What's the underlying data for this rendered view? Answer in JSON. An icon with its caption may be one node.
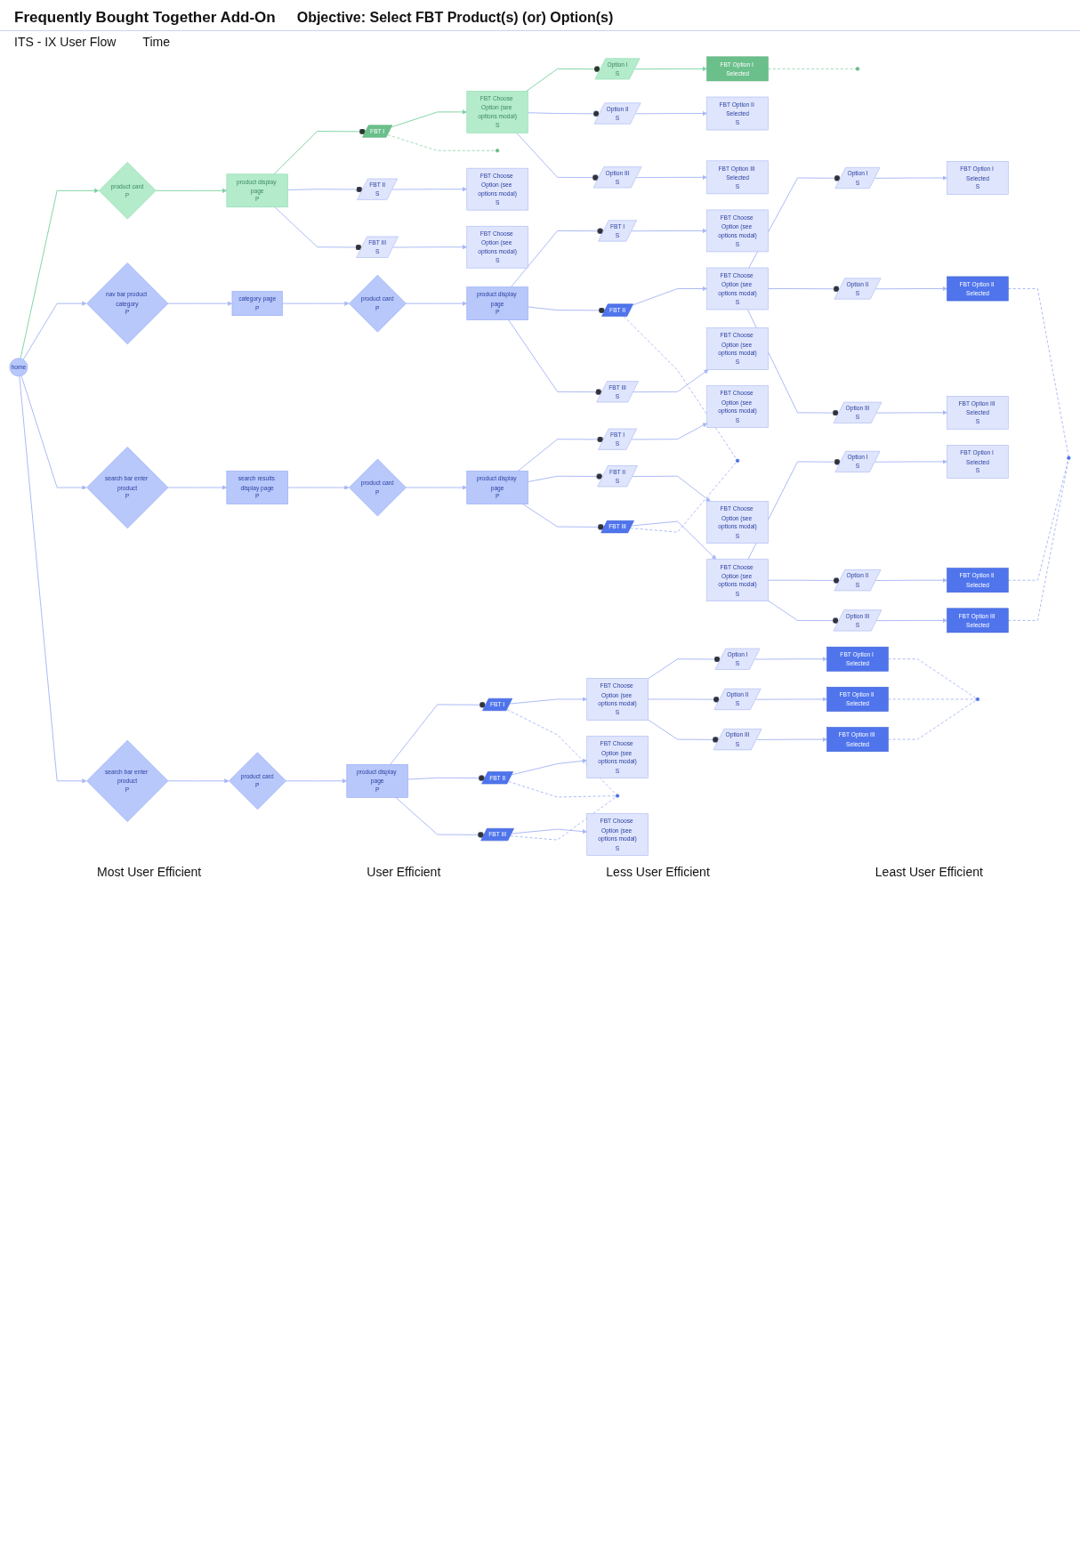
{
  "diagram": {
    "title": "Frequently Bought Together Add-On",
    "nodes": [
      {
        "text": [
          "home"
        ]
      },
      {
        "text": [
          "product card",
          "P"
        ]
      },
      {
        "text": [
          "product display page",
          "P"
        ]
      },
      {
        "text": [
          "FBT I"
        ]
      },
      {
        "text": [
          "FBT II",
          "S"
        ]
      },
      {
        "text": [
          "FBT III",
          "S"
        ]
      },
      {
        "text": [
          "FBT Choose Option (see options modal)",
          "S"
        ]
      },
      {
        "text": [
          "FBT Choose Option (see options modal)",
          "S"
        ]
      },
      {
        "text": [
          "FBT Choose Option (see options modal)",
          "S"
        ]
      },
      {
        "text": [
          "Option I",
          "S"
        ]
      },
      {
        "text": [
          "Option II",
          "S"
        ]
      },
      {
        "text": [
          "Option III",
          "S"
        ]
      },
      {
        "text": [
          "FBT Option I Selected"
        ]
      },
      {
        "text": [
          "FBT Option II Selected",
          "S"
        ]
      },
      {
        "text": [
          "FBT Option III Selected",
          "S"
        ]
      },
      {
        "text": [
          "nav bar product category",
          "P"
        ]
      },
      {
        "text": [
          "category page",
          "P"
        ]
      },
      {
        "text": [
          "product card",
          "P"
        ]
      },
      {
        "text": [
          "product display page",
          "P"
        ]
      },
      {
        "text": [
          "FBT I",
          "S"
        ]
      },
      {
        "text": [
          "FBT II"
        ]
      },
      {
        "text": [
          "FBT III",
          "S"
        ]
      },
      {
        "text": [
          "FBT Choose Option (see options modal)",
          "S"
        ]
      },
      {
        "text": [
          "FBT Choose Option (see options modal)",
          "S"
        ]
      },
      {
        "text": [
          "FBT Choose Option (see options modal)",
          "S"
        ]
      },
      {
        "text": [
          "Option I",
          "S"
        ]
      },
      {
        "text": [
          "Option II",
          "S"
        ]
      },
      {
        "text": [
          "Option III",
          "S"
        ]
      },
      {
        "text": [
          "FBT Option I Selected",
          "S"
        ]
      },
      {
        "text": [
          "FBT Option II Selected"
        ]
      },
      {
        "text": [
          "FBT Option III Selected",
          "S"
        ]
      },
      {
        "text": [
          "search bar enter product",
          "P"
        ]
      },
      {
        "text": [
          "search results display page",
          "P"
        ]
      },
      {
        "text": [
          "product card",
          "P"
        ]
      },
      {
        "text": [
          "product display page",
          "P"
        ]
      },
      {
        "text": [
          "FBT I",
          "S"
        ]
      },
      {
        "text": [
          "FBT II",
          "S"
        ]
      },
      {
        "text": [
          "FBT III"
        ]
      },
      {
        "text": [
          "FBT Choose Option (see options modal)",
          "S"
        ]
      },
      {
        "text": [
          "FBT Choose Option (see options modal)",
          "S"
        ]
      },
      {
        "text": [
          "FBT Choose Option (see options modal)",
          "S"
        ]
      },
      {
        "text": [
          "Option I",
          "S"
        ]
      },
      {
        "text": [
          "Option II",
          "S"
        ]
      },
      {
        "text": [
          "Option III",
          "S"
        ]
      },
      {
        "text": [
          "FBT Option I Selected",
          "S"
        ]
      },
      {
        "text": [
          "FBT Option II Selected"
        ]
      },
      {
        "text": [
          "FBT Option III Selected"
        ]
      },
      {
        "text": [
          "search bar enter product",
          "P"
        ]
      },
      {
        "text": [
          "product card",
          "P"
        ]
      },
      {
        "text": [
          "product display page",
          "P"
        ]
      },
      {
        "text": [
          "FBT I"
        ]
      },
      {
        "text": [
          "FBT II"
        ]
      },
      {
        "text": [
          "FBT III"
        ]
      },
      {
        "text": [
          "FBT Choose Option (see options modal)",
          "S"
        ]
      },
      {
        "text": [
          "FBT Choose Option (see options modal)",
          "S"
        ]
      },
      {
        "text": [
          "FBT Choose Option (see options modal)",
          "S"
        ]
      },
      {
        "text": [
          "Option I",
          "S"
        ]
      },
      {
        "text": [
          "Option II",
          "S"
        ]
      },
      {
        "text": [
          "Option III",
          "S"
        ]
      },
      {
        "text": [
          "FBT Option I Selected"
        ]
      },
      {
        "text": [
          "FBT Option II Selected"
        ]
      },
      {
        "text": [
          "FBT Option III Selected"
        ]
      },
      {
        "text": [],
        "shape": "circle"
      },
      {
        "text": [],
        "shape": "circle"
      },
      {
        "text": [],
        "shape": "circle"
      },
      {
        "text": [],
        "shape": "circle"
      },
      {
        "text": [],
        "shape": "circle"
      },
      {
        "text": [],
        "shape": "circle"
      }
    ],
    "edges": [
      {
        "from": 0,
        "to": 1,
        "arrow": "to",
        "color": "#7fd3a3"
      },
      {
        "from": 1,
        "to": 2,
        "arrow": "to",
        "color": "#7fd3a3"
      },
      {
        "from": 2,
        "to": 3,
        "arrow": "other",
        "color": "#7fd3a3"
      },
      {
        "from": 2,
        "to": 4,
        "arrow": "other"
      },
      {
        "from": 2,
        "to": 5,
        "arrow": "other"
      },
      {
        "from": 3,
        "to": 6,
        "arrow": "to",
        "color": "#7fd3a3"
      },
      {
        "from": 4,
        "to": 7,
        "arrow": "to"
      },
      {
        "from": 5,
        "to": 8,
        "arrow": "to"
      },
      {
        "from": 6,
        "to": 9,
        "arrow": "other",
        "color": "#7fd3a3"
      },
      {
        "from": 6,
        "to": 10,
        "arrow": "other"
      },
      {
        "from": 6,
        "to": 11,
        "arrow": "other"
      },
      {
        "from": 9,
        "to": 12,
        "arrow": "to",
        "color": "#7fd3a3"
      },
      {
        "from": 10,
        "to": 13,
        "arrow": "to"
      },
      {
        "from": 11,
        "to": 14,
        "arrow": "to"
      },
      {
        "from": 0,
        "to": 15,
        "arrow": "to"
      },
      {
        "from": 0,
        "to": 31,
        "arrow": "to"
      },
      {
        "from": 0,
        "to": 47,
        "arrow": "to"
      },
      {
        "from": 15,
        "to": 16,
        "arrow": "to"
      },
      {
        "from": 16,
        "to": 17,
        "arrow": "to"
      },
      {
        "from": 17,
        "to": 18,
        "arrow": "to"
      },
      {
        "from": 18,
        "to": 19,
        "arrow": "other"
      },
      {
        "from": 18,
        "to": 20,
        "arrow": "other"
      },
      {
        "from": 18,
        "to": 21,
        "arrow": "other"
      },
      {
        "from": 19,
        "to": 22,
        "arrow": "to"
      },
      {
        "from": 20,
        "to": 23,
        "arrow": "to"
      },
      {
        "from": 21,
        "to": 24,
        "arrow": "to"
      },
      {
        "from": 23,
        "to": 25,
        "arrow": "other"
      },
      {
        "from": 23,
        "to": 26,
        "arrow": "other"
      },
      {
        "from": 23,
        "to": 27,
        "arrow": "other"
      },
      {
        "from": 25,
        "to": 28,
        "arrow": "to"
      },
      {
        "from": 26,
        "to": 29,
        "arrow": "to"
      },
      {
        "from": 27,
        "to": 30,
        "arrow": "to"
      },
      {
        "from": 31,
        "to": 32,
        "arrow": "to"
      },
      {
        "from": 32,
        "to": 33,
        "arrow": "to"
      },
      {
        "from": 33,
        "to": 34,
        "arrow": "to"
      },
      {
        "from": 34,
        "to": 35,
        "arrow": "other"
      },
      {
        "from": 34,
        "to": 36,
        "arrow": "other"
      },
      {
        "from": 34,
        "to": 37,
        "arrow": "other"
      },
      {
        "from": 35,
        "to": 38,
        "arrow": "to"
      },
      {
        "from": 36,
        "to": 39,
        "arrow": "to"
      },
      {
        "from": 37,
        "to": 40,
        "arrow": "to"
      },
      {
        "from": 40,
        "to": 41,
        "arrow": "other"
      },
      {
        "from": 40,
        "to": 42,
        "arrow": "other"
      },
      {
        "from": 40,
        "to": 43,
        "arrow": "other"
      },
      {
        "from": 41,
        "to": 44,
        "arrow": "to"
      },
      {
        "from": 42,
        "to": 45,
        "arrow": "to"
      },
      {
        "from": 43,
        "to": 46,
        "arrow": "to"
      },
      {
        "from": 47,
        "to": 48,
        "arrow": "to"
      },
      {
        "from": 48,
        "to": 49,
        "arrow": "to"
      },
      {
        "from": 49,
        "to": 50,
        "arrow": "other"
      },
      {
        "from": 49,
        "to": 51,
        "arrow": "other"
      },
      {
        "from": 49,
        "to": 52,
        "arrow": "other"
      },
      {
        "from": 50,
        "to": 53,
        "arrow": "to"
      },
      {
        "from": 51,
        "to": 54,
        "arrow": "to"
      },
      {
        "from": 52,
        "to": 55,
        "arrow": "to"
      },
      {
        "from": 53,
        "to": 56,
        "arrow": "other"
      },
      {
        "from": 53,
        "to": 57,
        "arrow": "other"
      },
      {
        "from": 53,
        "to": 58,
        "arrow": "other"
      },
      {
        "from": 56,
        "to": 59,
        "arrow": "to"
      },
      {
        "from": 57,
        "to": 60,
        "arrow": "to"
      },
      {
        "from": 58,
        "to": 61,
        "arrow": "to"
      },
      {
        "from": 3,
        "to": 62,
        "arrow": "none",
        "style": "dashed",
        "color": "#9ad9b4"
      },
      {
        "from": 50,
        "to": 63,
        "arrow": "none",
        "style": "dashed"
      },
      {
        "from": 51,
        "to": 63,
        "arrow": "none",
        "style": "dashed"
      },
      {
        "from": 52,
        "to": 63,
        "arrow": "none",
        "style": "dashed"
      },
      {
        "from": 20,
        "to": 64,
        "arrow": "none",
        "style": "dashed"
      },
      {
        "from": 37,
        "to": 64,
        "arrow": "none",
        "style": "dashed"
      },
      {
        "from": 12,
        "to": 65,
        "arrow": "none",
        "style": "dashed",
        "color": "#9ad9b4"
      },
      {
        "from": 59,
        "to": 66,
        "arrow": "none",
        "style": "dashed"
      },
      {
        "from": 60,
        "to": 66,
        "arrow": "none",
        "style": "dashed"
      },
      {
        "from": 61,
        "to": 66,
        "arrow": "none",
        "style": "dashed"
      },
      {
        "from": 29,
        "to": 67,
        "arrow": "none",
        "style": "dashed"
      },
      {
        "from": 45,
        "to": 67,
        "arrow": "none",
        "style": "dashed"
      },
      {
        "from": 46,
        "to": 67,
        "arrow": "none",
        "style": "dashed"
      }
    ],
    "labels": [
      "Objective: Select FBT Product(s) (or) Option(s)",
      "ITS - IX User Flow",
      "Time",
      "Most User Efficient",
      "User Efficient",
      "Less User Efficient",
      "Least User Efficient"
    ]
  }
}
